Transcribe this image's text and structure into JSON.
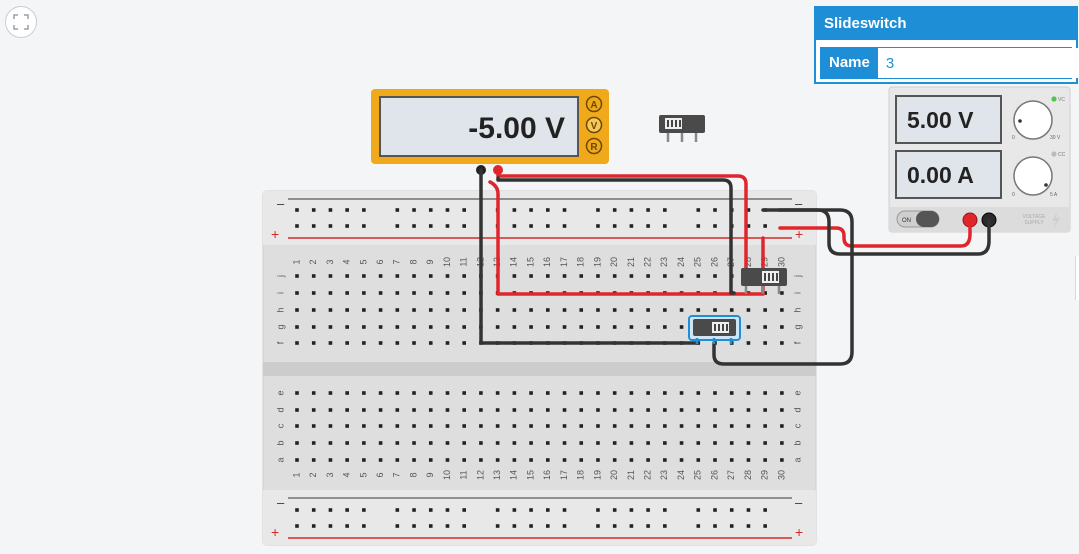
{
  "multimeter": {
    "reading": "-5.00 V",
    "modes": [
      "A",
      "V",
      "R"
    ]
  },
  "power_supply": {
    "voltage": "5.00 V",
    "current": "0.00 A",
    "knob_voltage_min": "0",
    "knob_voltage_max": "30 V",
    "knob_current_min": "0",
    "knob_current_max": "5 A",
    "cv_label": "VC",
    "cc_label": "CC",
    "on_label": "ON",
    "brand_line1": "VOLTAGE",
    "brand_line2": "SUPPLY"
  },
  "inspector": {
    "title": "Slideswitch",
    "name_label": "Name",
    "name_value": "3"
  },
  "breadboard": {
    "columns": [
      "1",
      "2",
      "3",
      "4",
      "5",
      "6",
      "7",
      "8",
      "9",
      "10",
      "11",
      "12",
      "13",
      "14",
      "15",
      "16",
      "17",
      "18",
      "19",
      "20",
      "21",
      "22",
      "23",
      "24",
      "25",
      "26",
      "27",
      "28",
      "29",
      "30"
    ],
    "rows_top": [
      "j",
      "i",
      "h",
      "g",
      "f"
    ],
    "rows_bottom": [
      "e",
      "d",
      "c",
      "b",
      "a"
    ],
    "rail_minus": "–",
    "rail_plus": "+"
  },
  "colors": {
    "accent": "#1e8fd6",
    "multimeter_body": "#f0a91b",
    "wire_red": "#e0262d",
    "wire_black": "#333333",
    "rail_red": "#d42a2a"
  }
}
